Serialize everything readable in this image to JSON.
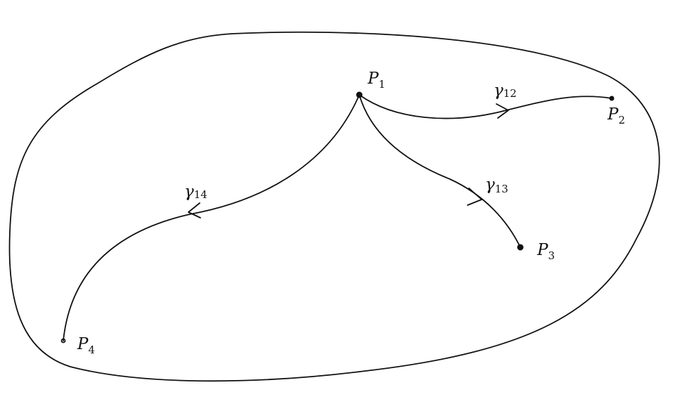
{
  "region": {
    "name": "closed-region"
  },
  "points": [
    {
      "id": "p1",
      "letter": "P",
      "index": "1"
    },
    {
      "id": "p2",
      "letter": "P",
      "index": "2"
    },
    {
      "id": "p3",
      "letter": "P",
      "index": "3"
    },
    {
      "id": "p4",
      "letter": "P",
      "index": "4"
    }
  ],
  "paths": [
    {
      "id": "gamma12",
      "letter": "γ",
      "index": "12",
      "from": "p1",
      "to": "p2"
    },
    {
      "id": "gamma13",
      "letter": "γ",
      "index": "13",
      "from": "p1",
      "to": "p3"
    },
    {
      "id": "gamma14",
      "letter": "γ",
      "index": "14",
      "from": "p1",
      "to": "p4"
    }
  ],
  "colors": {
    "ink": "#111111",
    "background": "#ffffff"
  }
}
